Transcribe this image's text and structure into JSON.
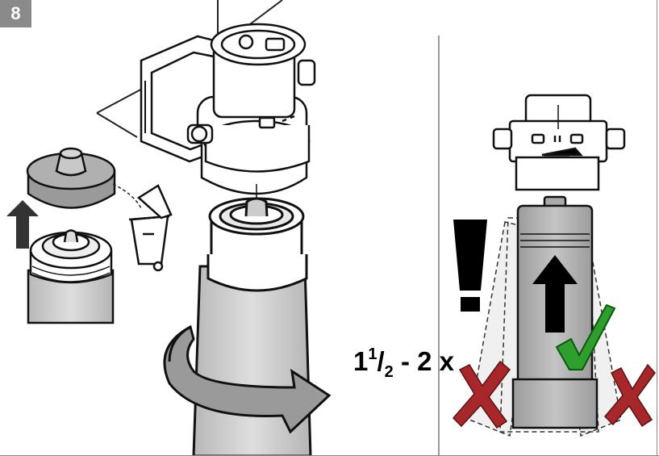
{
  "step": {
    "number": "8"
  },
  "rotation": {
    "whole": "1",
    "numerator": "1",
    "denominator": "2",
    "range_rest": "- 2 x"
  },
  "icons": {
    "cap": "cap-icon",
    "trash_bin": "trash-bin-icon",
    "up_arrow": "up-arrow-icon",
    "rotate_arrow": "rotate-arrow-icon",
    "warning": "exclamation-icon",
    "check": "checkmark-icon",
    "wrong": "x-mark-icon"
  },
  "colors": {
    "check": "#2e9e2e",
    "wrong": "#a8272b",
    "badge": "#8a8a8a"
  }
}
